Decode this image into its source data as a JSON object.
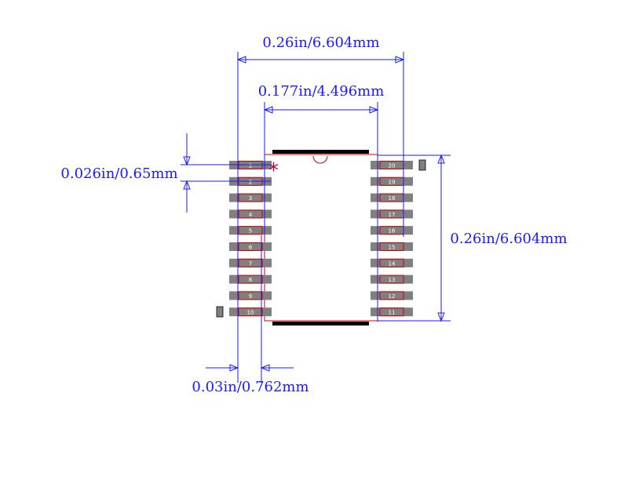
{
  "dimensions": {
    "overall_width": "0.26in/6.604mm",
    "body_width": "0.177in/4.496mm",
    "pitch": "0.026in/0.65mm",
    "overall_height": "0.26in/6.604mm",
    "pad_width": "0.03in/0.762mm"
  },
  "pin1_marker": "*",
  "left_pins": [
    "1",
    "2",
    "3",
    "4",
    "5",
    "6",
    "7",
    "8",
    "9",
    "10"
  ],
  "right_pins": [
    "20",
    "19",
    "18",
    "17",
    "16",
    "15",
    "14",
    "13",
    "12",
    "11"
  ],
  "colors": {
    "dimension": "#1a1aff",
    "outline": "#cc0000",
    "pad": "#808080",
    "silkscreen": "#000000",
    "marker": "#cc0033"
  },
  "icons": {
    "pin1_marker": "asterisk-icon",
    "pin1_notch": "notch-arc"
  }
}
